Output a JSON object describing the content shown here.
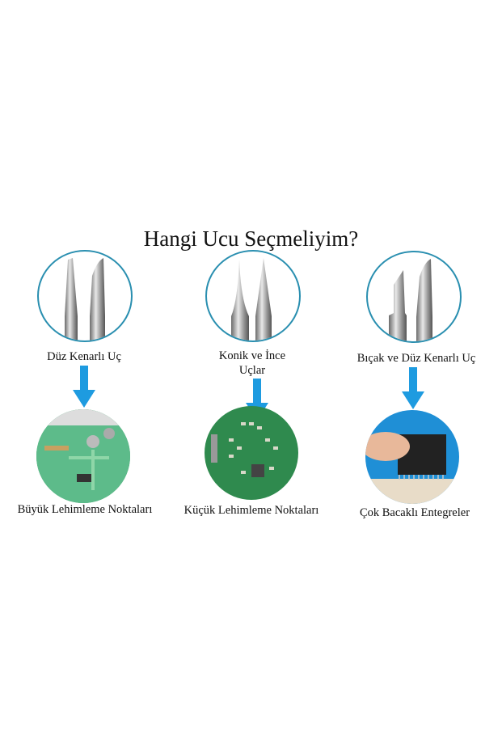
{
  "title": "Hangi Ucu Seçmeliyim?",
  "colors": {
    "arrow": "#1e9be0",
    "circle_border": "#2a8fb0",
    "pcb_green": "#2f8a4e",
    "ic_blue": "#1f8fd6"
  },
  "columns": [
    {
      "tip_label": "Düz Kenarlı Uç",
      "use_label": "Büyük Lehimleme Noktaları",
      "tip_icon": "flat-tip-icon"
    },
    {
      "tip_label_line1": "Konik ve İnce",
      "tip_label_line2": "Uçlar",
      "use_label": "Küçük Lehimleme Noktaları",
      "tip_icon": "conical-tip-icon"
    },
    {
      "tip_label": "Bıçak ve Düz Kenarlı Uç",
      "use_label": "Çok Bacaklı Entegreler",
      "tip_icon": "knife-tip-icon"
    }
  ]
}
